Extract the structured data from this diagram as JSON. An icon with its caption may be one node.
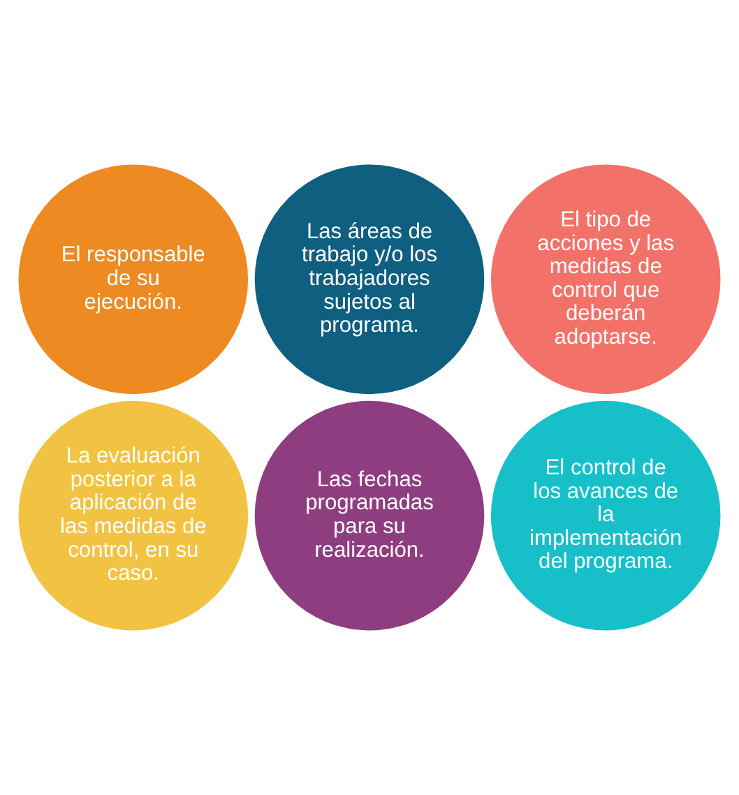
{
  "diagram": {
    "nodes": [
      {
        "text": [
          "Las áreas de trabajo y/o los trabajadores sujetos al programa."
        ]
      },
      {
        "text": [
          "El tipo de acciones y las medidas de control que deberán adoptarse."
        ]
      },
      {
        "text": [
          "El control de los avances de la implementación del programa."
        ]
      },
      {
        "text": [
          "Las fechas programadas para su realización."
        ]
      },
      {
        "text": [
          "La evaluación posterior a la aplicación de las medidas de control, en su caso."
        ]
      },
      {
        "text": [
          "El responsable de su ejecución."
        ]
      }
    ]
  }
}
